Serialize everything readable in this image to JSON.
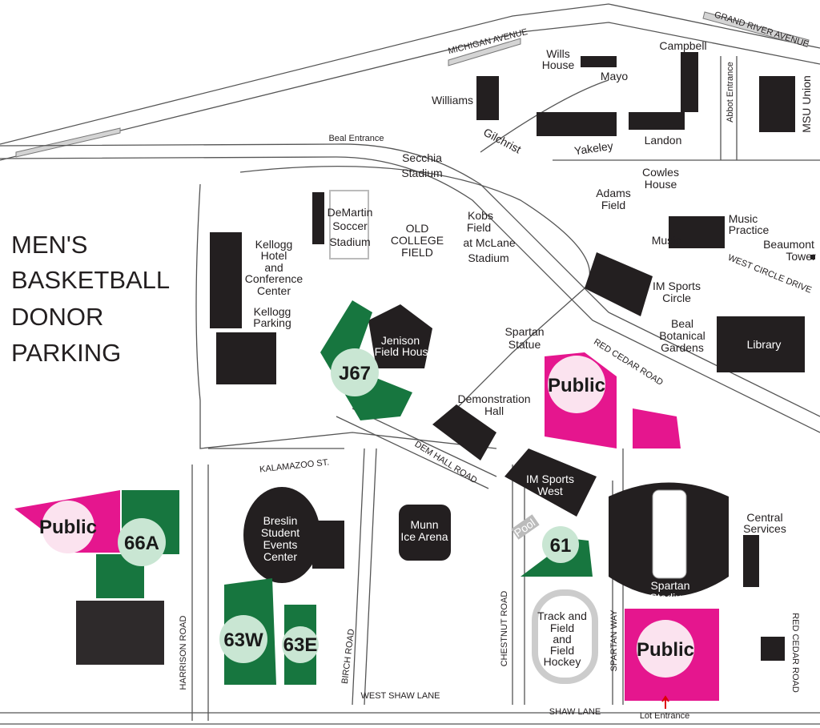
{
  "title": [
    "MEN'S",
    "BASKETBALL",
    "DONOR",
    "PARKING"
  ],
  "colors": {
    "green_lot": "#17763f",
    "pink_lot": "#e5168e",
    "green_badge": "#c9e6d3",
    "pink_badge": "#fbe3ef",
    "building": "#231f20"
  },
  "roads": {
    "michigan": "MICHIGAN AVENUE",
    "grand_river": "GRAND RIVER AVENUE",
    "beal": "Beal Entrance",
    "abbot": "Abbot Entrance",
    "west_circle": "WEST CIRCLE DRIVE",
    "red_cedar": "RED CEDAR ROAD",
    "red_cedar_2": "RED CEDAR ROAD",
    "kalamazoo": "KALAMAZOO ST.",
    "dem_hall": "DEM HALL ROAD",
    "chestnut": "CHESTNUT ROAD",
    "spartan_way": "SPARTAN WAY",
    "birch": "BIRCH ROAD",
    "harrison": "HARRISON ROAD",
    "west_shaw": "WEST SHAW LANE",
    "shaw": "SHAW LANE",
    "lot_entrance": "Lot Entrance"
  },
  "places": {
    "wills": [
      "Wills",
      "House"
    ],
    "mayo": "Mayo",
    "campbell": "Campbell",
    "williams": "Williams",
    "gilchrist": "Gilchrist",
    "yakeley": "Yakeley",
    "landon": "Landon",
    "msu_union": "MSU Union",
    "secchia": [
      "Secchia",
      "Stadium"
    ],
    "cowles": [
      "Cowles",
      "House"
    ],
    "adams": [
      "Adams",
      "Field"
    ],
    "demartin": [
      "DeMartin",
      "Soccer",
      "Stadium"
    ],
    "old_college": [
      "OLD",
      "COLLEGE",
      "FIELD"
    ],
    "kobs": [
      "Kobs",
      "Field",
      "at McLane",
      "Stadium"
    ],
    "music_practice": [
      "Music",
      "Practice"
    ],
    "music": "Music",
    "beaumont": [
      "Beaumont",
      "Tower"
    ],
    "kellogg": [
      "Kellogg",
      "Hotel",
      "and",
      "Conference",
      "Center"
    ],
    "kellogg_parking": [
      "Kellogg",
      "Parking"
    ],
    "im_circle": [
      "IM Sports",
      "Circle"
    ],
    "beal_gardens": [
      "Beal",
      "Botanical",
      "Gardens"
    ],
    "library": "Library",
    "jenison": [
      "Jenison",
      "Field House"
    ],
    "spartan_statue": [
      "Spartan",
      "Statue"
    ],
    "dem_hall": [
      "Demonstration",
      "Hall"
    ],
    "im_west": [
      "IM Sports",
      "West"
    ],
    "pool": "Pool",
    "breslin": [
      "Breslin",
      "Student",
      "Events",
      "Center"
    ],
    "munn": [
      "Munn",
      "Ice Arena"
    ],
    "central": [
      "Central",
      "Services"
    ],
    "spartan_stadium": [
      "Spartan",
      "Stadium"
    ],
    "track": [
      "Track and",
      "Field",
      "and",
      "Field",
      "Hockey"
    ]
  },
  "lots": {
    "j67": "J67",
    "public_north": "Public",
    "public_west": "Public",
    "l66a": "66A",
    "l61": "61",
    "l63w": "63W",
    "l63e": "63E",
    "public_south": "Public"
  }
}
